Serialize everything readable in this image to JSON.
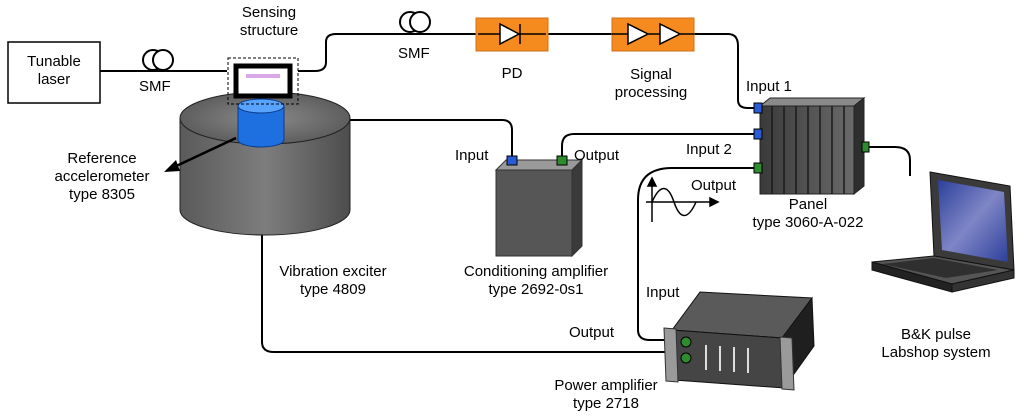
{
  "labels": {
    "tunable_laser": [
      "Tunable",
      "laser"
    ],
    "smf_left": "SMF",
    "smf_top": "SMF",
    "sensing_structure": [
      "Sensing",
      "structure"
    ],
    "pd": "PD",
    "signal_processing": [
      "Signal",
      "processing"
    ],
    "reference_accelerometer": [
      "Reference",
      "accelerometer",
      "type 8305"
    ],
    "vibration_exciter": [
      "Vibration exciter",
      "type 4809"
    ],
    "conditioning_amplifier": [
      "Conditioning amplifier",
      "type 2692-0s1"
    ],
    "cond_input": "Input",
    "cond_output": "Output",
    "input1": "Input 1",
    "input2": "Input 2",
    "panel_output": "Output",
    "panel": [
      "Panel",
      "type 3060-A-022"
    ],
    "power_amp_input": "Input",
    "power_amp_output": "Output",
    "power_amplifier": [
      "Power amplifier",
      "type 2718"
    ],
    "labshop": [
      "B&K pulse",
      "Labshop system"
    ]
  },
  "colors": {
    "orange_block": "#f58a1f",
    "cylinder_gray": "#6e6e6e",
    "accelerometer_blue": "#1e6fe0",
    "connector_blue": "#2a5bd7",
    "connector_green": "#2e8b2e"
  },
  "icons": [
    "fiber-coil-icon",
    "photodiode-icon",
    "amplifier-triangle-icon",
    "sine-wave-icon",
    "laptop-icon"
  ]
}
